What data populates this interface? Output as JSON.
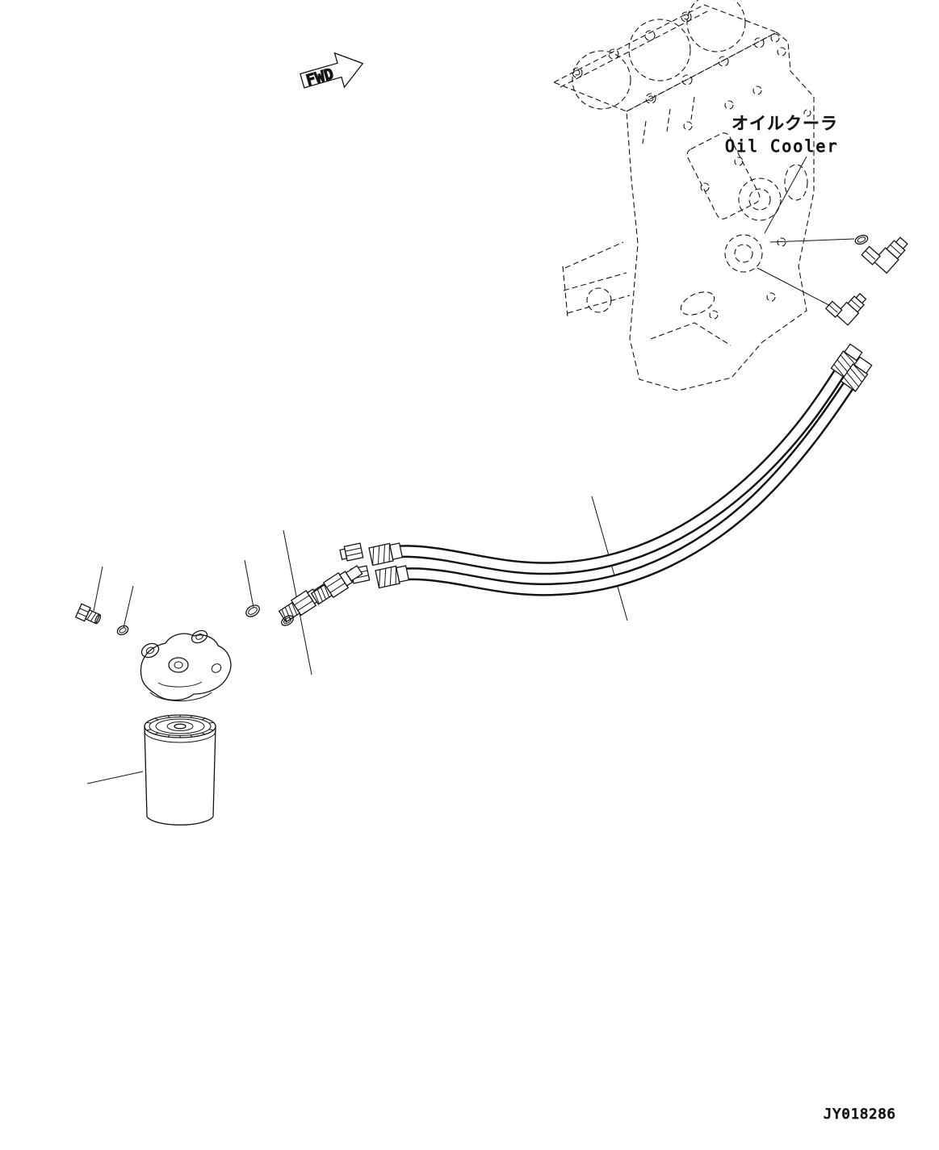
{
  "diagram": {
    "fwd_label": "FWD",
    "oil_cooler_label_ja": "オイルクーラ",
    "oil_cooler_label_en": "Oil Cooler",
    "drawing_number": "JY018286",
    "line_color": "#141414",
    "background_color": "#ffffff",
    "component_names": [
      "engine-block-phantom",
      "elbow-fitting-upper",
      "elbow-fitting-lower",
      "hose-assembly-upper",
      "hose-assembly-lower",
      "nipple-fitting-1",
      "nipple-fitting-2",
      "o-ring",
      "oil-filter-head",
      "oil-filter-cartridge",
      "plug"
    ]
  }
}
